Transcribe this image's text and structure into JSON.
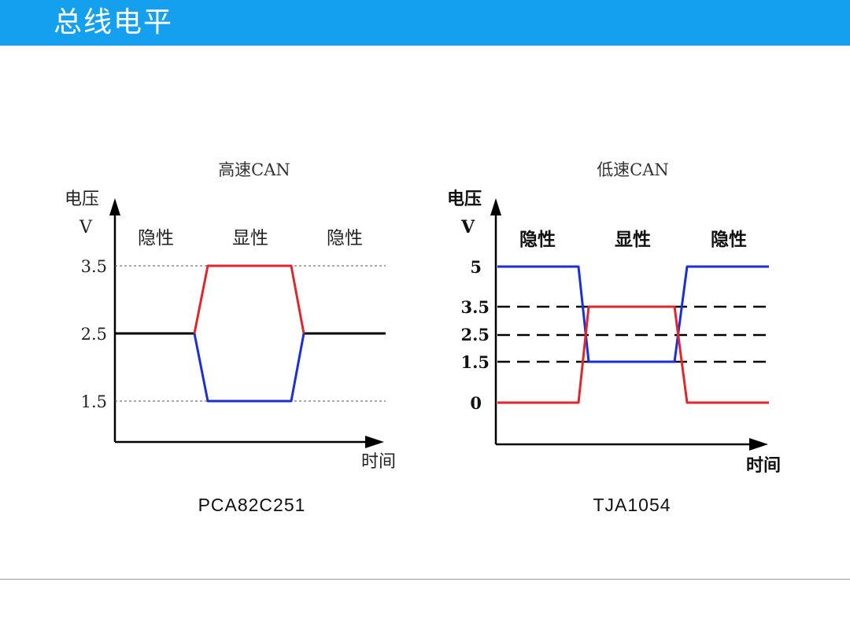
{
  "slide": {
    "title": "总线电平"
  },
  "colors": {
    "title_bar": "#14a0ee",
    "can_high": "#e0262b",
    "can_low": "#1b2fd6",
    "neutral": "#000000"
  },
  "high_speed": {
    "caption": "高速CAN",
    "y_axis_label": "电压",
    "y_unit": "V",
    "x_axis_label": "时间",
    "states": [
      "隐性",
      "显性",
      "隐性"
    ],
    "levels": [
      "3.5",
      "2.5",
      "1.5"
    ],
    "chip": "PCA82C251"
  },
  "low_speed": {
    "caption": "低速CAN",
    "y_axis_label": "电压",
    "y_unit": "V",
    "x_axis_label": "时间",
    "states": [
      "隐性",
      "显性",
      "隐性"
    ],
    "levels": [
      "5",
      "3.5",
      "2.5",
      "1.5",
      "0"
    ],
    "chip": "TJA1054"
  }
}
